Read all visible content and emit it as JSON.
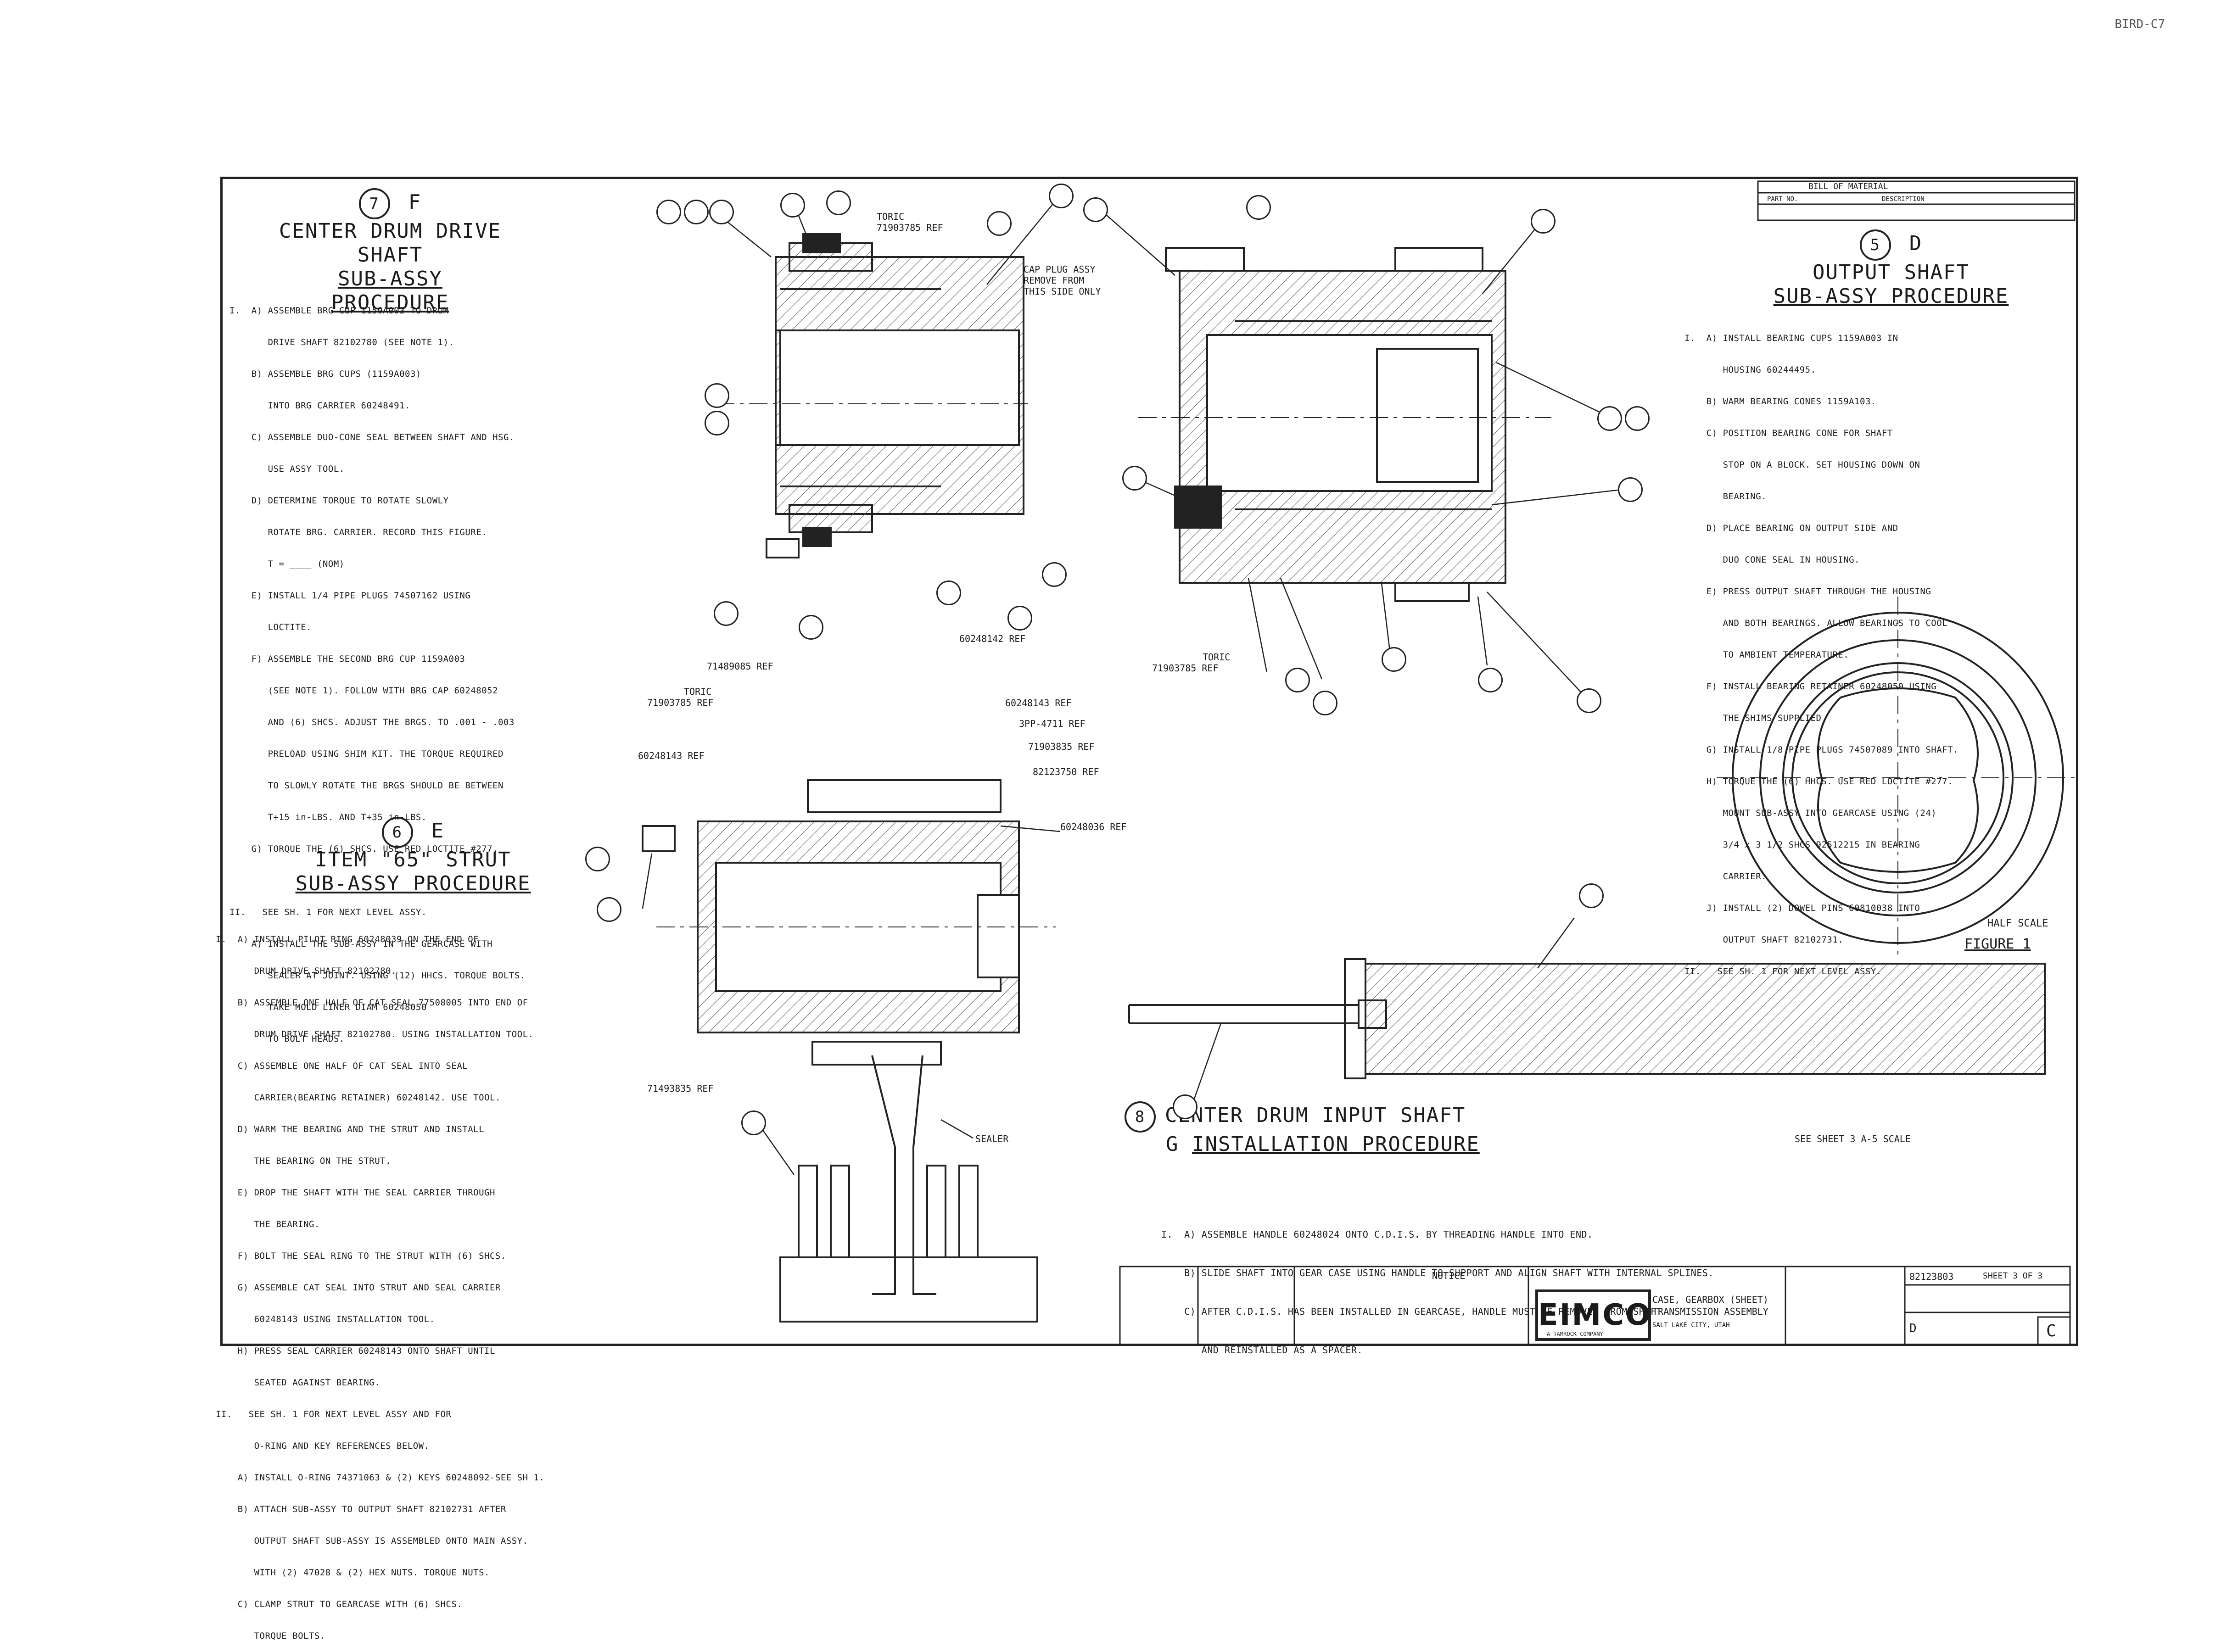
{
  "page": {
    "drawing_ref": "BIRD-C7"
  },
  "section_f": {
    "view_number": "7",
    "view_letter": "F",
    "title_line1": "CENTER DRUM DRIVE SHAFT",
    "title_line2": "SUB-ASSY PROCEDURE",
    "steps": [
      "I.  A) ASSEMBLE BRG CUP 1159A003 TO DRUM",
      "       DRIVE SHAFT 82102780 (SEE NOTE 1).",
      "    B) ASSEMBLE BRG CUPS (1159A003)",
      "       INTO BRG CARRIER 60248491.",
      "    C) ASSEMBLE DUO-CONE SEAL BETWEEN SHAFT AND HSG.",
      "       USE ASSY TOOL.",
      "    D) DETERMINE TORQUE TO ROTATE SLOWLY",
      "       ROTATE BRG. CARRIER. RECORD THIS FIGURE.",
      "       T = ____ (NOM)",
      "    E) INSTALL 1/4 PIPE PLUGS 74507162 USING",
      "       LOCTITE.",
      "    F) ASSEMBLE THE SECOND BRG CUP 1159A003",
      "       (SEE NOTE 1). FOLLOW WITH BRG CAP 60248052",
      "       AND (6) SHCS. ADJUST THE BRGS. TO .001 - .003",
      "       PRELOAD USING SHIM KIT. THE TORQUE REQUIRED",
      "       TO SLOWLY ROTATE THE BRGS SHOULD BE BETWEEN",
      "       T+15 in-LBS. AND T+35 in-LBS.",
      "    G) TORQUE THE (6) SHCS. USE RED LOCTITE #277.",
      "",
      "II.   SEE SH. 1 FOR NEXT LEVEL ASSY.",
      "    A) INSTALL THE SUB-ASSY IN THE GEARCASE WITH",
      "       SEALER AT JOINT. USING (12) HHCS. TORQUE BOLTS.",
      "       TAKE MOLD LINER DIAM 60248050",
      "       TO BOLT HEADS."
    ]
  },
  "section_d": {
    "view_number": "5",
    "view_letter": "D",
    "title_line1": "OUTPUT SHAFT",
    "title_line2": "SUB-ASSY PROCEDURE",
    "steps": [
      "I.  A) INSTALL BEARING CUPS 1159A003 IN",
      "       HOUSING 60244495.",
      "    B) WARM BEARING CONES 1159A103.",
      "    C) POSITION BEARING CONE FOR SHAFT",
      "       STOP ON A BLOCK. SET HOUSING DOWN ON",
      "       BEARING.",
      "    D) PLACE BEARING ON OUTPUT SIDE AND",
      "       DUO CONE SEAL IN HOUSING.",
      "    E) PRESS OUTPUT SHAFT THROUGH THE HOUSING",
      "       AND BOTH BEARINGS. ALLOW BEARINGS TO COOL",
      "       TO AMBIENT TEMPERATURE.",
      "    F) INSTALL BEARING RETAINER 60248050 USING",
      "       THE SHIMS SUPPLIED.",
      "    G) INSTALL 1/8 PIPE PLUGS 74507089 INTO SHAFT.",
      "    H) TORQUE THE (6) HHCS. USE RED LOCTITE #277.",
      "       MOUNT SUB-ASSY INTO GEARCASE USING (24)",
      "       3/4 x 3 1/2 SHCS 92512215 IN BEARING",
      "       CARRIER.",
      "    J) INSTALL (2) DOWEL PINS 60810038 INTO",
      "       OUTPUT SHAFT 82102731.",
      "II.   SEE SH. 1 FOR NEXT LEVEL ASSY."
    ]
  },
  "section_e": {
    "view_number": "6",
    "view_letter": "E",
    "title_line1": "ITEM \"65\" STRUT",
    "title_line2": "SUB-ASSY PROCEDURE",
    "steps": [
      "I.  A) INSTALL PILOT RING 60248039 ON THE END OF",
      "       DRUM DRIVE SHAFT 82102780.",
      "    B) ASSEMBLE ONE HALF OF CAT SEAL 77508005 INTO END OF",
      "       DRUM DRIVE SHAFT 82102780. USING INSTALLATION TOOL.",
      "    C) ASSEMBLE ONE HALF OF CAT SEAL INTO SEAL",
      "       CARRIER(BEARING RETAINER) 60248142. USE TOOL.",
      "    D) WARM THE BEARING AND THE STRUT AND INSTALL",
      "       THE BEARING ON THE STRUT.",
      "    E) DROP THE SHAFT WITH THE SEAL CARRIER THROUGH",
      "       THE BEARING.",
      "    F) BOLT THE SEAL RING TO THE STRUT WITH (6) SHCS.",
      "    G) ASSEMBLE CAT SEAL INTO STRUT AND SEAL CARRIER",
      "       60248143 USING INSTALLATION TOOL.",
      "    H) PRESS SEAL CARRIER 60248143 ONTO SHAFT UNTIL",
      "       SEATED AGAINST BEARING.",
      "II.   SEE SH. 1 FOR NEXT LEVEL ASSY AND FOR",
      "       O-RING AND KEY REFERENCES BELOW.",
      "    A) INSTALL O-RING 74371063 & (2) KEYS 60248092-SEE SH 1.",
      "    B) ATTACH SUB-ASSY TO OUTPUT SHAFT 82102731 AFTER",
      "       OUTPUT SHAFT SUB-ASSY IS ASSEMBLED ONTO MAIN ASSY.",
      "       WITH (2) 47028 & (2) HEX NUTS. TORQUE NUTS.",
      "    C) CLAMP STRUT TO GEARCASE WITH (6) SHCS.",
      "       TORQUE BOLTS."
    ]
  },
  "section_g": {
    "view_number": "8",
    "view_letter": "G",
    "title_line1": "CENTER DRUM INPUT SHAFT",
    "title_line2": "INSTALLATION PROCEDURE",
    "scale_note": "SEE SHEET 3   A-5 SCALE",
    "steps": [
      "I.  A) ASSEMBLE HANDLE 60248024 ONTO C.D.I.S. BY THREADING HANDLE INTO END.",
      "    B) SLIDE SHAFT INTO GEAR CASE USING HANDLE TO SUPPORT AND ALIGN SHAFT WITH INTERNAL SPLINES.",
      "    C) AFTER C.D.I.S. HAS BEEN INSTALLED IN GEARCASE, HANDLE MUST BE REMOVED FROM SHAFT",
      "       AND REINSTALLED AS A SPACER."
    ]
  },
  "figure_1": {
    "scale": "HALF SCALE",
    "caption": "FIGURE 1"
  },
  "part_labels": {
    "toric_top": "TORIC",
    "toric_top_ref": "71903785 REF",
    "cap_plug": "CAP PLUG ASSY",
    "cap_plug_2": "REMOVE FROM",
    "cap_plug_3": "THIS SIDE ONLY",
    "toric_mid": "TORIC",
    "toric_mid_ref": "71903785 REF",
    "e_ref1": "71489085 REF",
    "e_toric": "TORIC",
    "e_ref2": "71903785 REF",
    "e_ref3": "60248143 REF",
    "e_ref4": "60248142 REF",
    "e_ref5": "60248143 REF",
    "e_ref6": "3PP-4711 REF",
    "e_ref7": "71903835 REF",
    "e_ref8": "82123750 REF",
    "e_ref9": "60248036 REF",
    "e_ref10": "71493835 REF",
    "sealer": "SEALER"
  },
  "bill_of_material": {
    "title": "BILL OF MATERIAL",
    "col1": "PART NO.",
    "col2": "DESCRIPTION"
  },
  "title_block": {
    "company": "EIMCO",
    "company_sub": "A TAMROCK COMPANY",
    "product_line1": "CASE, GEARBOX (SHEET)",
    "product_line2": "TRANSMISSION ASSEMBLY",
    "product_line3": "SALT LAKE CITY, UTAH",
    "notice_title": "NOTICE",
    "drawing_number": "82123803",
    "sheet": "SHEET 3 OF 3",
    "rev": "C",
    "size": "D"
  }
}
